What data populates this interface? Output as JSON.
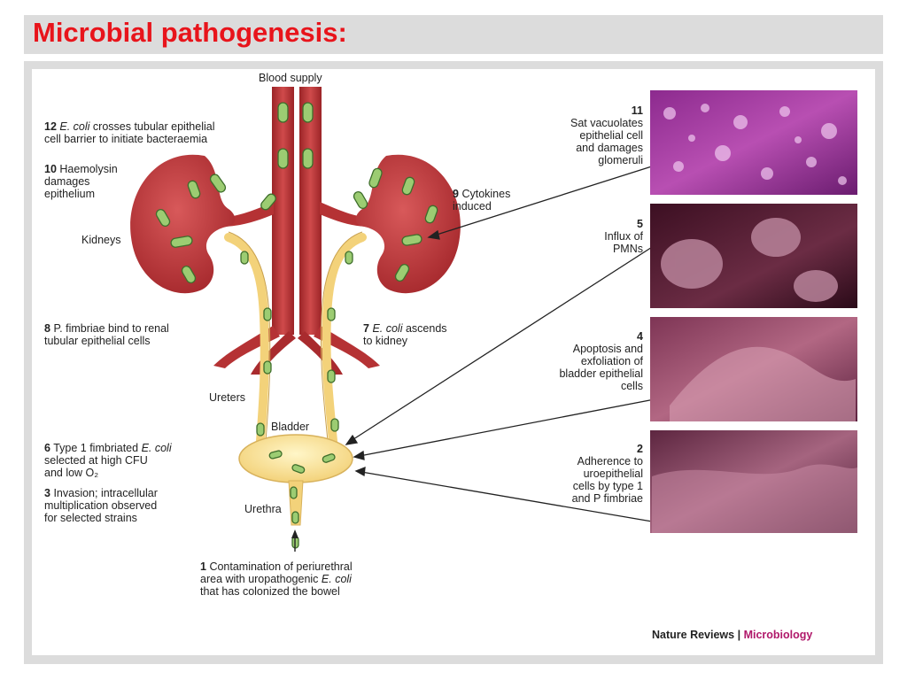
{
  "slide_title": "Microbial pathogenesis:",
  "labels": {
    "blood_supply": "Blood supply",
    "kidneys": "Kidneys",
    "ureters": "Ureters",
    "bladder": "Bladder",
    "urethra": "Urethra"
  },
  "steps_left": [
    {
      "number": "12",
      "pre": "",
      "italic": "E. coli",
      "post": " crosses tubular epithelial\ncell barrier to initiate bacteraemia"
    },
    {
      "number": "10",
      "pre": "Haemolysin\ndamages\nepithelium",
      "italic": "",
      "post": ""
    },
    {
      "number": "8",
      "pre": "P. fimbriae bind to renal\ntubular epithelial cells",
      "italic": "",
      "post": ""
    },
    {
      "number": "6",
      "pre": "Type 1 fimbriated ",
      "italic": "E. coli",
      "post": "\nselected at high CFU\nand low O₂"
    },
    {
      "number": "3",
      "pre": "Invasion; intracellular\nmultiplication observed\nfor selected strains",
      "italic": "",
      "post": ""
    }
  ],
  "steps_center": [
    {
      "number": "9",
      "pre": "Cytokines\ninduced",
      "italic": "",
      "post": ""
    },
    {
      "number": "7",
      "pre": "",
      "italic": "E. coli",
      "post": " ascends\nto kidney"
    },
    {
      "number": "1",
      "pre": "Contamination of periurethral\narea with uropathogenic ",
      "italic": "E. coli",
      "post": "\nthat has colonized the bowel"
    }
  ],
  "steps_right": [
    {
      "number": "11",
      "text": "Sat vacuolates\nepithelial cell\nand damages\nglomeruli"
    },
    {
      "number": "5",
      "text": "Influx of\nPMNs"
    },
    {
      "number": "4",
      "text": "Apoptosis and\nexfoliation of\nbladder epithelial\ncells"
    },
    {
      "number": "2",
      "text": "Adherence to\nuroepithelial\ncells by type 1\nand P fimbriae"
    }
  ],
  "credit": {
    "publisher": "Nature Reviews",
    "separator": " | ",
    "journal": "Microbiology"
  },
  "colors": {
    "title": "#e8141b",
    "kidney": "#c0393c",
    "vessel": "#b53234",
    "ureter": "#f3d27a",
    "bacteria": "#9ccc72",
    "credit_accent": "#b0186a"
  }
}
